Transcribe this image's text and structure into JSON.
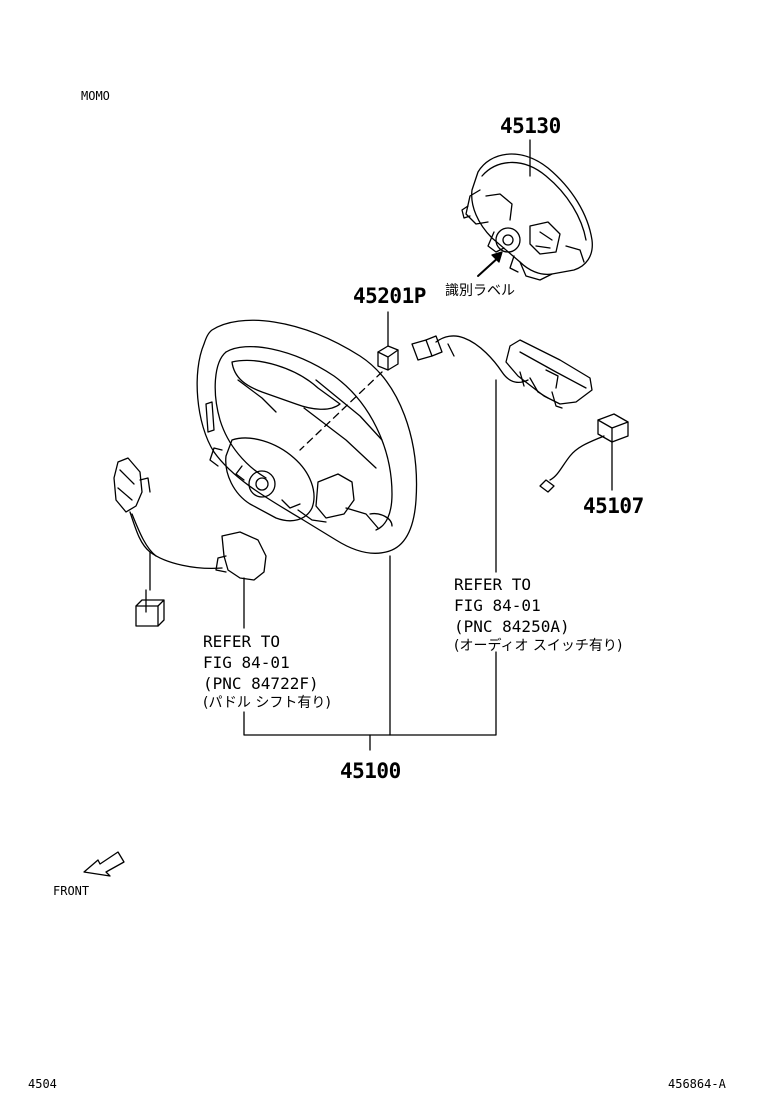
{
  "header": {
    "variant_label": "MOMO"
  },
  "parts": {
    "airbag": "45130",
    "nut": "45201P",
    "steering_wheel": "45100",
    "harness": "45107"
  },
  "notes": {
    "id_label": "識別ラベル",
    "paddle_ref": {
      "line1": "REFER TO",
      "line2": "FIG 84-01",
      "line3": "(PNC 84722F)",
      "condition": "(パドル シフト有り)"
    },
    "audio_ref": {
      "line1": "REFER TO",
      "line2": "FIG 84-01",
      "line3": "(PNC 84250A)",
      "condition": "(オーディオ スイッチ有り)"
    }
  },
  "direction": {
    "label": "FRONT"
  },
  "footer": {
    "page_code": "4504",
    "illustration_id": "456864-A"
  }
}
